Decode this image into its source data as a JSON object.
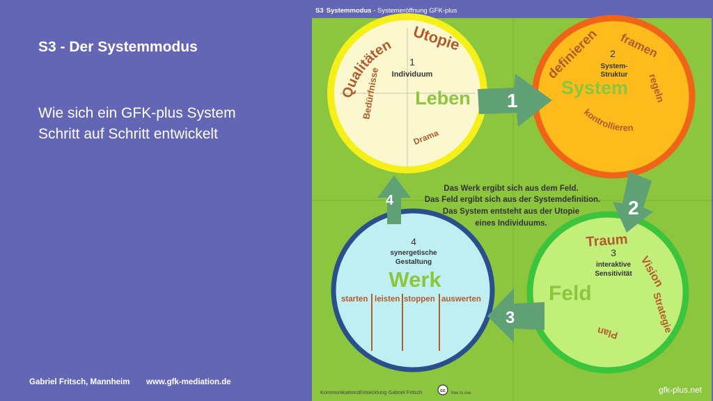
{
  "slide": {
    "title": "S3 - Der Systemmodus",
    "subtitle_line1": "Wie sich ein GFK-plus System",
    "subtitle_line2": "Schritt auf Schritt entwickelt",
    "footer_author": "Gabriel Fritsch, Mannheim",
    "footer_url": "www.gfk-mediation.de"
  },
  "diagram": {
    "tab_prefix": "S3",
    "tab_bold": "Systemmodus",
    "tab_rest": " - Systemeröffnung GFK-plus",
    "center_text": [
      "Das Werk ergibt sich aus dem Feld.",
      "Das Feld ergibt sich aus der Systemdefinition.",
      "Das System entsteht aus der Utopie",
      "eines Individuums."
    ],
    "circle1": {
      "number": "1",
      "label": "Individuum",
      "big": "Leben",
      "arc_top": "Qualitäten",
      "arc_top2": "Utopie",
      "arc_left": "Bedürfnisse",
      "arc_bottom": "Drama"
    },
    "circle2": {
      "number": "2",
      "label1": "System-",
      "label2": "Struktur",
      "big": "System",
      "arc_top": "definieren",
      "arc_top2": "framen",
      "arc_right": "regeln",
      "arc_bottom": "kontrollieren"
    },
    "circle3": {
      "number": "3",
      "label1": "interaktive",
      "label2": "Sensitivität",
      "big": "Feld",
      "arc_top": "Traum",
      "arc_right": "Vision",
      "arc_right2": "Strategie",
      "arc_bottom": "Plan"
    },
    "circle4": {
      "number": "4",
      "label1": "synergetische",
      "label2": "Gestaltung",
      "big": "Werk",
      "steps": [
        "starten",
        "leisten",
        "stoppen",
        "auswerten"
      ]
    },
    "arrows": [
      "1",
      "2",
      "3",
      "4"
    ],
    "bottom_left": "KommunikationsEntwicklung Gabriel Fritsch",
    "cc_label": "cc",
    "cc_note": "free to use",
    "bottom_right": "gfk-plus.net",
    "colors": {
      "panel": "#8cc63f",
      "c1_ring": "#f5ef1a",
      "c1_fill": "#fbf8d0",
      "c2_ring": "#f06418",
      "c2_fill": "#fdbb1c",
      "c3_ring": "#3cc43c",
      "c3_fill": "#c2ee7a",
      "c4_ring": "#2a4f8a",
      "c4_fill": "#bfeff2",
      "arrow": "#5fa075",
      "arc_text": "#b35a2c",
      "big_green": "#8cc63f"
    }
  }
}
